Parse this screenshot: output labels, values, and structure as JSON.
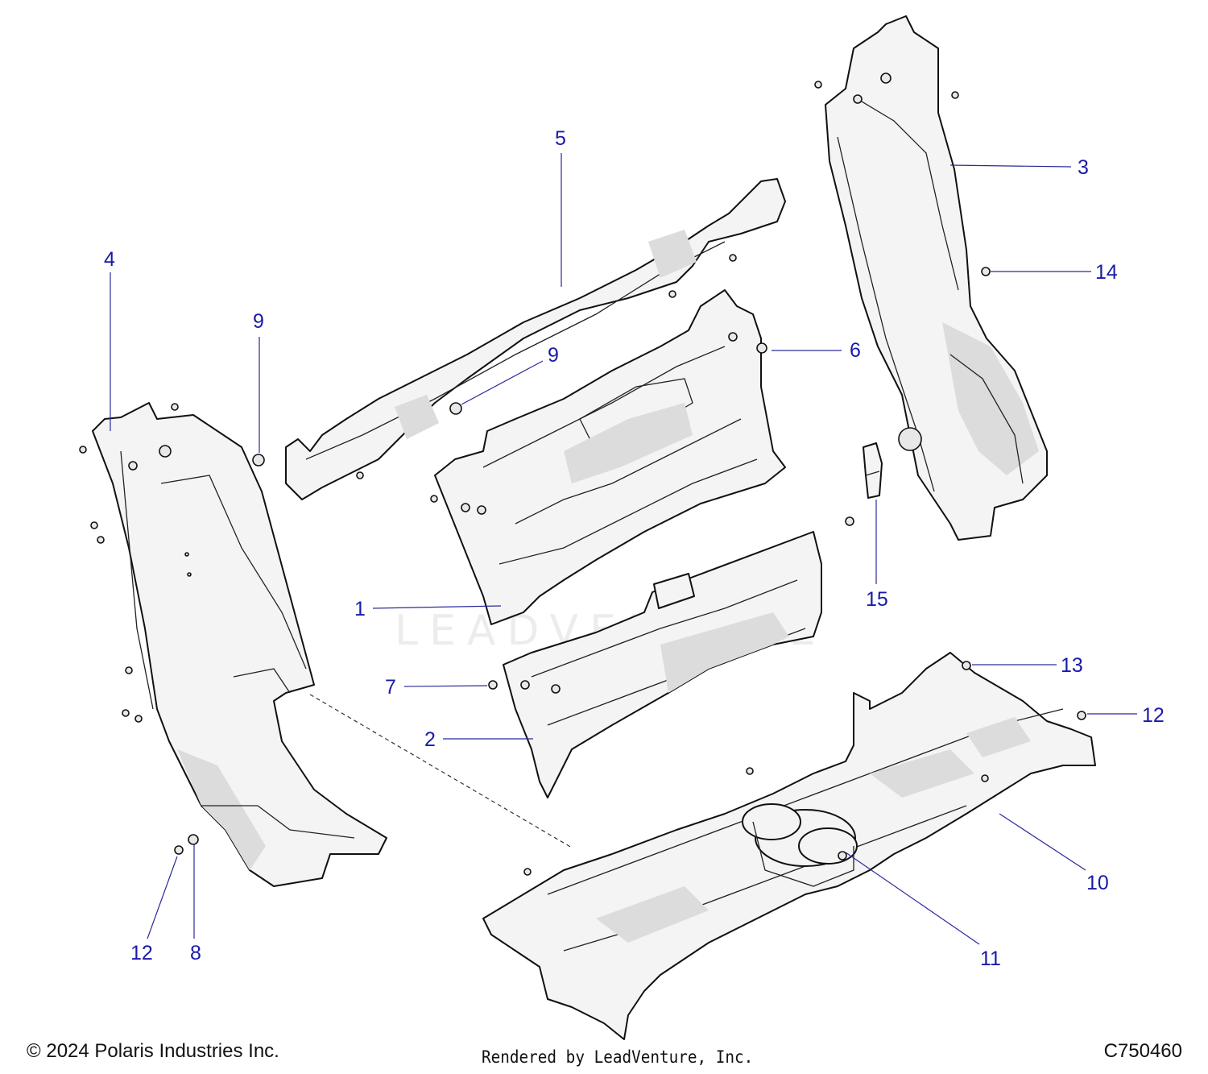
{
  "footer": {
    "copyright": "© 2024 Polaris Industries Inc.",
    "rendered_by": "Rendered by LeadVenture, Inc.",
    "diagram_code": "C750460"
  },
  "watermark": {
    "text": "LEADVENTURE"
  },
  "callouts": [
    {
      "id": "c1",
      "label": "1"
    },
    {
      "id": "c2",
      "label": "2"
    },
    {
      "id": "c3",
      "label": "3"
    },
    {
      "id": "c4",
      "label": "4"
    },
    {
      "id": "c5",
      "label": "5"
    },
    {
      "id": "c6",
      "label": "6"
    },
    {
      "id": "c7",
      "label": "7"
    },
    {
      "id": "c8",
      "label": "8"
    },
    {
      "id": "c9a",
      "label": "9"
    },
    {
      "id": "c9b",
      "label": "9"
    },
    {
      "id": "c10",
      "label": "10"
    },
    {
      "id": "c11",
      "label": "11"
    },
    {
      "id": "c12a",
      "label": "12"
    },
    {
      "id": "c12b",
      "label": "12"
    },
    {
      "id": "c13",
      "label": "13"
    },
    {
      "id": "c14",
      "label": "14"
    },
    {
      "id": "c15",
      "label": "15"
    }
  ],
  "colors": {
    "callout": "#1a1aa8",
    "line": "#111111",
    "part_fill": "#f4f4f4"
  }
}
